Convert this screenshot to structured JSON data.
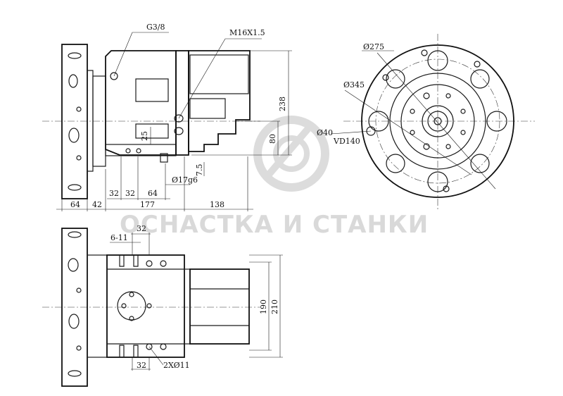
{
  "watermark": {
    "text": "ОСНАСТКА И СТАНКИ"
  },
  "side_view": {
    "labels": {
      "port": "G3/8",
      "thread": "M16X1.5",
      "height": "238",
      "offset": "80",
      "step": "25",
      "small_step": "7.5",
      "pin": "Ø17g6",
      "pitch_a": "32",
      "pitch_b": "32",
      "pitch_c": "64",
      "width_flange": "64",
      "width_gap": "42",
      "width_body": "177",
      "width_motor": "138"
    }
  },
  "front_view": {
    "labels": {
      "outer_diameter": "Ø275",
      "pcd": "Ø345",
      "bore": "Ø40",
      "connection": "VD140"
    }
  },
  "top_view": {
    "labels": {
      "slot": "6-11",
      "pitch_top": "32",
      "pitch_bottom": "32",
      "holes": "2XØ11",
      "height_inner": "190",
      "height_outer": "210"
    }
  }
}
